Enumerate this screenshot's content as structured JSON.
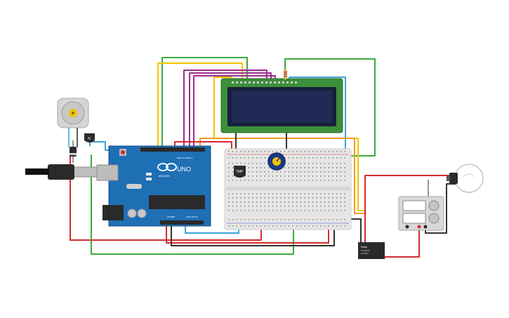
{
  "arduino": {
    "brand": "ARDUINO",
    "model": "UNO",
    "digital_label": "DIGITAL (PWM~)",
    "power_label": "POWER",
    "analog_label": "ANALOG IN"
  },
  "temp_sensor": {
    "label": "TMP"
  },
  "transistor": {
    "label": "N"
  },
  "relay": {
    "label": "Relay",
    "spec_line1": "5V-250VAC",
    "spec_line2": "10A 250V"
  },
  "colors": {
    "arduino_board": "#1f6fb5",
    "lcd_board": "#3c8f3a",
    "lcd_screen": "#1f2a55",
    "breadboard": "#e6e6e6",
    "wire_red": "#d32b2b",
    "wire_green": "#3daa3d",
    "wire_yellow": "#f2c500",
    "wire_orange": "#f29a1f",
    "wire_blue": "#3aa6d6",
    "wire_purple": "#9b2d8e",
    "wire_black": "#333333",
    "wire_gray": "#999999"
  },
  "icons": {
    "motor": "dc-motor-icon",
    "bulb": "light-bulb-icon",
    "power_supply": "power-supply-icon",
    "potentiometer": "potentiometer-icon",
    "diode": "diode-icon"
  }
}
